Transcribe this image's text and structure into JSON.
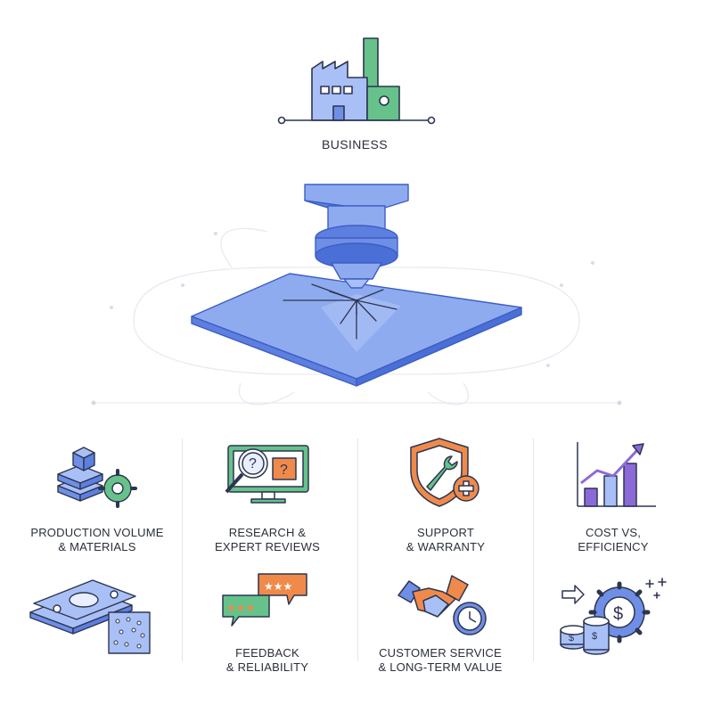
{
  "title": "BUSINESS",
  "items": [
    {
      "line1": "PRODUCTION VOLUME",
      "line2": "& MATERIALS"
    },
    {
      "line1": "RESEARCH &",
      "line2": "EXPERT REVIEWS"
    },
    {
      "line1": "SUPPORT",
      "line2": "& WARRANTY"
    },
    {
      "line1": "COST VS,",
      "line2": "EFFICIENCY"
    },
    {
      "line1": "",
      "line2": ""
    },
    {
      "line1": "FEEDBACK",
      "line2": "& RELIABILITY"
    },
    {
      "line1": "CUSTOMER SERVICE",
      "line2": "& LONG-TERM VALUE"
    },
    {
      "line1": "",
      "line2": ""
    }
  ],
  "colors": {
    "blue": "#6f8fe6",
    "blue_light": "#a9c0f7",
    "blue_dark": "#3d5ec4",
    "green": "#66c28a",
    "orange": "#f08a4b",
    "purple": "#8b6ad8",
    "outline": "#2d3550"
  },
  "icons": [
    "factory-icon",
    "laser-cutter-icon",
    "boxes-gear-icon",
    "magnifier-monitor-icon",
    "shield-wrench-icon",
    "growth-chart-icon",
    "metal-sheets-icon",
    "review-bubbles-icon",
    "handshake-clock-icon",
    "coins-gear-icon"
  ]
}
